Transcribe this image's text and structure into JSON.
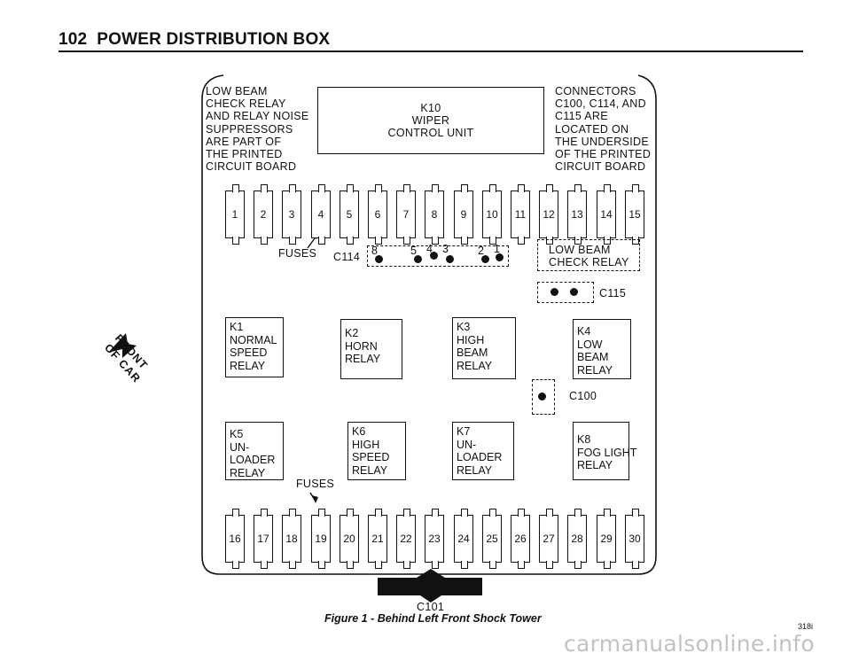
{
  "header": {
    "page_number": "102",
    "title": "POWER DISTRIBUTION BOX"
  },
  "notes": {
    "left": "LOW BEAM\nCHECK RELAY\nAND RELAY NOISE\nSUPPRESSORS\nARE PART OF\nTHE PRINTED\nCIRCUIT BOARD",
    "right": "CONNECTORS\nC100, C114, AND\nC115 ARE\nLOCATED ON\nTHE UNDERSIDE\nOF THE PRINTED\nCIRCUIT BOARD"
  },
  "wiper_unit": "K10\nWIPER\nCONTROL UNIT",
  "fuses_top": [
    "1",
    "2",
    "3",
    "4",
    "5",
    "6",
    "7",
    "8",
    "9",
    "10",
    "11",
    "12",
    "13",
    "14",
    "15"
  ],
  "fuses_bottom": [
    "16",
    "17",
    "18",
    "19",
    "20",
    "21",
    "22",
    "23",
    "24",
    "25",
    "26",
    "27",
    "28",
    "29",
    "30"
  ],
  "fuses_label_top": "FUSES",
  "fuses_label_bottom": "FUSES",
  "c114": {
    "label": "C114",
    "pins": [
      "8",
      "5",
      "4",
      "3",
      "2",
      "1"
    ]
  },
  "low_beam_check_relay": "LOW BEAM\nCHECK RELAY",
  "c115_label": "C115",
  "c100_label": "C100",
  "relays": [
    {
      "id": "k1",
      "text": "K1\nNORMAL\nSPEED\nRELAY"
    },
    {
      "id": "k2",
      "text": "K2\nHORN\nRELAY"
    },
    {
      "id": "k3",
      "text": "K3\nHIGH\nBEAM\nRELAY"
    },
    {
      "id": "k4",
      "text": "K4\nLOW\nBEAM\nRELAY"
    },
    {
      "id": "k5",
      "text": "K5\nUN-\nLOADER\nRELAY"
    },
    {
      "id": "k6",
      "text": "K6\nHIGH\nSPEED\nRELAY"
    },
    {
      "id": "k7",
      "text": "K7\nUN-\nLOADER\nRELAY"
    },
    {
      "id": "k8",
      "text": "K8\nFOG LIGHT\nRELAY"
    }
  ],
  "front_of_car": "FRONT\nOF CAR",
  "c101_label": "C101",
  "caption": "Figure 1 - Behind Left Front Shock Tower",
  "page_code": "318i",
  "watermark": "carmanualsonline.info"
}
